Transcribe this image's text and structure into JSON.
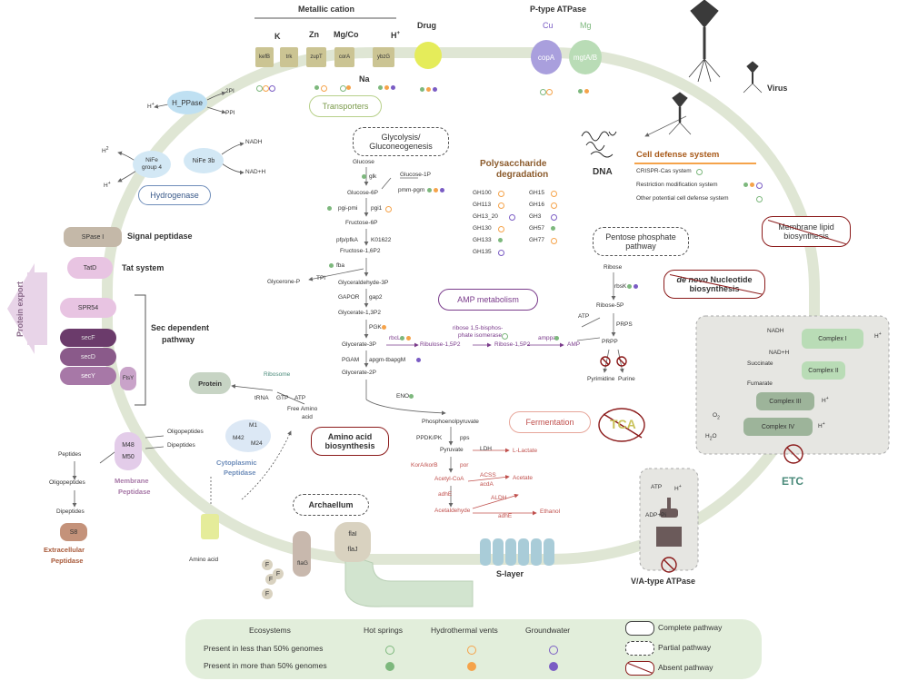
{
  "colors": {
    "membrane": "#dfe6d4",
    "hot_springs": "#7db87d",
    "hydrothermal": "#f5a34a",
    "groundwater": "#7a5cc4",
    "transporter_box": "#cbc493",
    "ribbon": "#c8ddc8",
    "signal": "#c4b8a8",
    "sec": "#a778a7",
    "tca_text": "#c9c25a",
    "absent": "#8b1a1a"
  },
  "metallic": {
    "title": "Metallic cation",
    "k": "K",
    "zn": "Zn",
    "mgco": "Mg/Co",
    "h": "H",
    "hsup": "+",
    "na": "Na",
    "boxes": [
      "kefB",
      "trk",
      "zupT",
      "corA",
      "ybzG"
    ]
  },
  "drug": "Drug",
  "ptype": {
    "title": "P-type ATPase",
    "cu": "Cu",
    "mg": "Mg",
    "copA": "copA",
    "mgtA": "mgtA/B"
  },
  "virus": "Virus",
  "dna": "DNA",
  "transporters": "Transporters",
  "hppase": {
    "name": "H_PPase",
    "h": "H",
    "hsup": "+",
    "ppi2": "2PI",
    "ppi": "PPI"
  },
  "hydrogenase": {
    "title": "Hydrogenase",
    "nife4a": "NiFe",
    "nife4b": "group 4",
    "nife3b": "NiFe 3b",
    "h2": "H",
    "h2sub": "2",
    "h": "H",
    "hsup": "+",
    "nadh": "NADH",
    "nadh2": "NAD+H"
  },
  "glycolysis": {
    "title1": "Glycolysis/",
    "title2": "Gluconeogenesis",
    "glucose": "Glucose",
    "glk": "glk",
    "glucose1p": "Glucose-1P",
    "pgmpgm": "pmm-pgm",
    "glucose6p": "Glucose-6P",
    "pgipmi": "pgi-pmi",
    "pgi": "pgi1",
    "fructose6p": "Fructose-6P",
    "pfp": "pfp/pfkA",
    "k01622": "K01622",
    "fructose16p2": "Fructose-1,6P2",
    "fba": "fba",
    "glycerone": "Glycerone-P",
    "tpi": "TPI",
    "gap3p": "Glyceraldehyde-3P",
    "gapor": "GAPOR",
    "gap2": "gap2",
    "gly13p2": "Glycerate-1,3P2",
    "pgk": "PGK",
    "gly3p": "Glycerate-3P",
    "pgam": "PGAM",
    "apgm": "apgm-tbapgM",
    "gly2p": "Glycerate-2P",
    "eno": "ENO",
    "pep": "Phosphoenolpyruvate",
    "ppdk": "PPDK/PK",
    "pps": "pps",
    "pyruvate": "Pyruvate",
    "ldh": "LDH",
    "llactate": "L-Lactate",
    "kor": "KorA/korB",
    "por": "por",
    "acetylcoa": "Acetyl-CoA",
    "acss": "ACSS",
    "acda": "acdA",
    "acetate": "Acetate",
    "adhe": "adhE",
    "aldh": "ALDH",
    "acetaldehyde": "Acetaldehyde",
    "adhe2": "adhE",
    "ethanol": "Ethanol"
  },
  "polysaccharide": {
    "title1": "Polysaccharide",
    "title2": "degradation",
    "items": [
      "GH100",
      "GH15",
      "GH113",
      "GH16",
      "GH13_20",
      "GH3",
      "GH130",
      "GH57",
      "GH133",
      "GH77",
      "GH135"
    ]
  },
  "cell_defense": {
    "title": "Cell defense system",
    "items": [
      "CRISPR-Cas system",
      "Restriction modification system",
      "Other potential cell defense system"
    ]
  },
  "membrane_lipid": "Membrane lipid biosynthesis",
  "pentose": {
    "title1": "Pentose phosphate",
    "title2": "pathway",
    "ribose": "Ribose",
    "rbsk": "rbsK",
    "ribose5p": "Ribose-5P",
    "prps": "PRPS",
    "prpp": "PRPP",
    "atp": "ATP",
    "pyrimidine": "Pyrimidine",
    "purine": "Purine"
  },
  "denovo": {
    "italic": "de novo",
    "rest": " Nucleotide biosynthesis"
  },
  "amp": {
    "title": "AMP metabolism",
    "rbcl": "rbcL",
    "rib15p2": "Ribulose-1,5P2",
    "iso1": "ribose 1,5-bisphos-",
    "iso2": "phate isomerase",
    "rib15p2b": "Ribose-1,5P2",
    "amppase": "amppa",
    "amp": "AMP"
  },
  "etc": {
    "title": "ETC",
    "nadh": "NADH",
    "nad": "NAD+H",
    "c1": "Complex I",
    "c2": "Complex II",
    "succinate": "Succinate",
    "fumarate": "Fumarate",
    "c3": "Complex III",
    "c4": "Complex IV",
    "o2": "O",
    "o2sub": "2",
    "h2o": "H",
    "h2osub": "2",
    "h2o2": "O",
    "h": "H",
    "hsup": "+"
  },
  "signal": {
    "spase": "SPase I",
    "title": "Signal peptidase"
  },
  "tat": {
    "tatd": "TatD",
    "title": "Tat system"
  },
  "sec": {
    "srp": "SPR54",
    "secf": "secF",
    "secd": "secD",
    "secy": "secY",
    "ftsy": "FtsY",
    "title1": "Sec dependent",
    "title2": "pathway"
  },
  "protein_export": "Protein export",
  "protein": {
    "name": "Protein",
    "ribosome": "Ribosome",
    "trna": "tRNA",
    "gtp": "GTP",
    "atp": "ATP",
    "faa": "Free Amino",
    "faa2": "acid"
  },
  "peptidase": {
    "oligo": "Oligopeptides",
    "di": "Dipeptides",
    "m1": "M1",
    "m42": "M42",
    "m24": "M24",
    "title1": "Cytoplasmic",
    "title2": "Peptidase",
    "m48": "M48",
    "m50": "M50",
    "mtitle1": "Membrane",
    "mtitle2": "Peptidase",
    "peptides": "Peptides",
    "oligo2": "Oligopeptides",
    "di2": "Dipeptides",
    "s8": "S8",
    "etitle1": "Extracellular",
    "etitle2": "Peptidase"
  },
  "amino_acid": {
    "title1": "Amino acid",
    "title2": "biosynthesis",
    "transport": "Amino acid"
  },
  "fermentation": "Fermentation",
  "tca": "TCA",
  "archaellum": {
    "title": "Archaellum",
    "flai": "flaI",
    "flaj": "flaJ",
    "flag": "flaG",
    "f": "F"
  },
  "slayer": "S-layer",
  "vatpase": {
    "title": "V/A-type ATPase",
    "atp": "ATP",
    "h": "H",
    "hsup": "+",
    "adp": "ADP+Pi"
  },
  "legend": {
    "ecosystems": "Ecosystems",
    "hot": "Hot springs",
    "hydro": "Hydrothermal vents",
    "ground": "Groundwater",
    "less": "Present in less than 50% genomes",
    "more": "Present in more than 50% genomes",
    "complete": "Complete pathway",
    "partial": "Partial pathway",
    "absent": "Absent pathway"
  }
}
